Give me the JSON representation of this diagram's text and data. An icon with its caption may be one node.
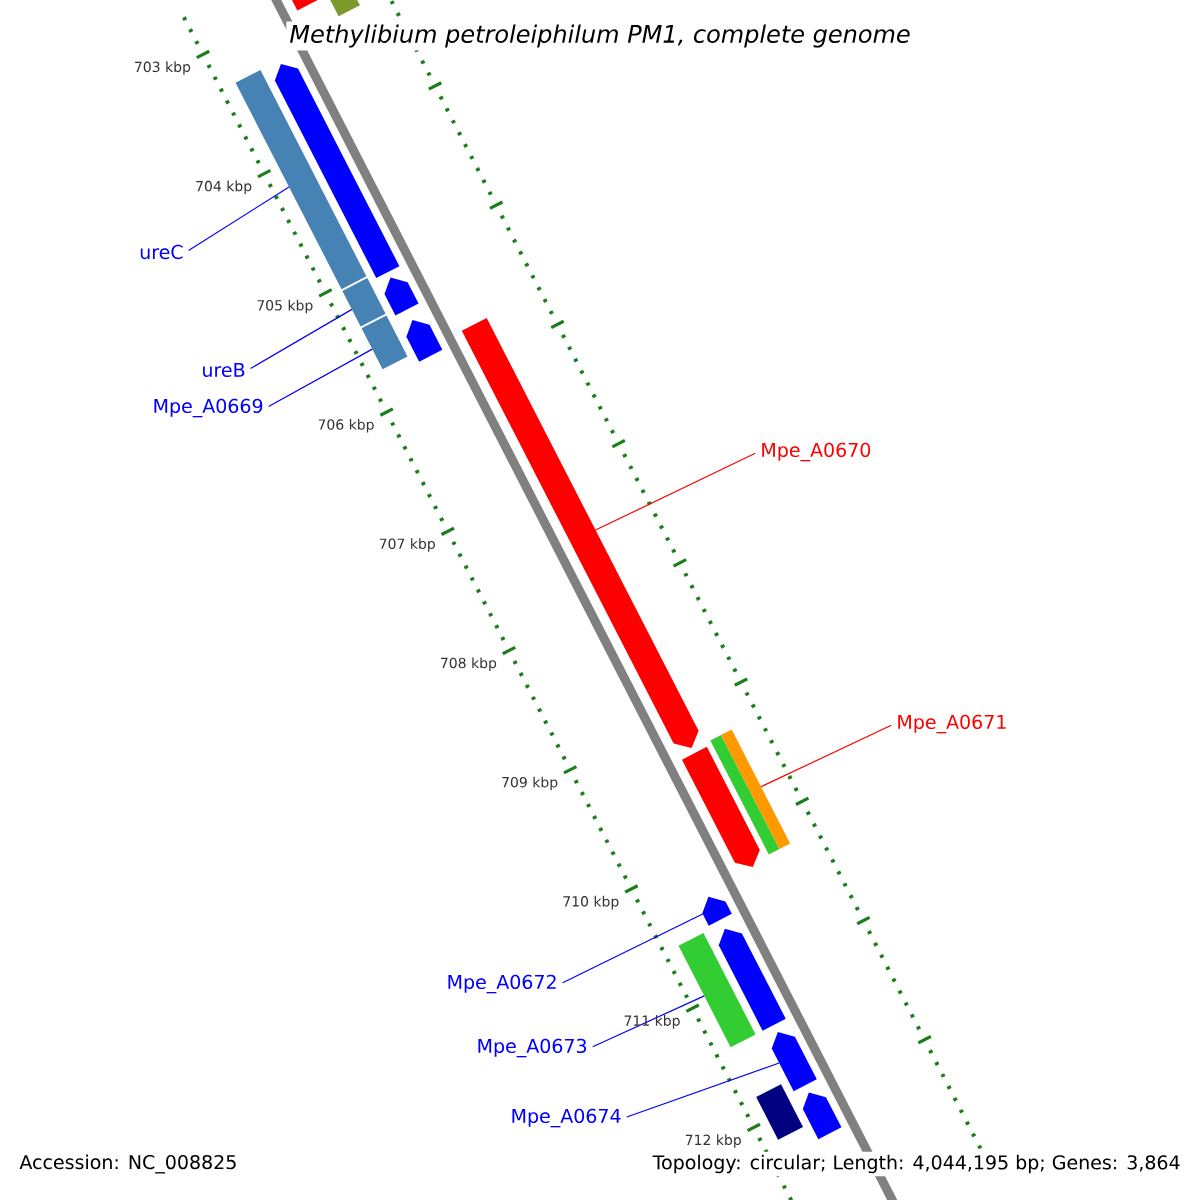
{
  "diagram": {
    "title": "Methylibium petroleiphilum PM1, complete genome",
    "nodes": [
      {
        "text": [
          "ureC"
        ]
      },
      {
        "text": [
          "ureB"
        ]
      },
      {
        "text": [
          "Mpe_A0669"
        ]
      },
      {
        "text": [
          "Mpe_A0670"
        ]
      },
      {
        "text": [
          "Mpe_A0671"
        ]
      },
      {
        "text": [
          "Mpe_A0672"
        ]
      },
      {
        "text": [
          "Mpe_A0673"
        ]
      },
      {
        "text": [
          "Mpe_A0674"
        ]
      },
      {
        "text": [],
        "shape": "bar"
      },
      {
        "text": [],
        "shape": "bar"
      },
      {
        "text": [],
        "shape": "bar"
      },
      {
        "text": [],
        "shape": "bar"
      },
      {
        "text": [],
        "shape": "bar"
      },
      {
        "text": [],
        "shape": "arrow"
      },
      {
        "text": [],
        "shape": "arrow"
      },
      {
        "text": [],
        "shape": "arrow"
      },
      {
        "text": [],
        "shape": "arrow"
      },
      {
        "text": [],
        "shape": "arrow"
      },
      {
        "text": [],
        "shape": "bar"
      },
      {
        "text": [],
        "shape": "bar"
      },
      {
        "text": [],
        "shape": "arrow"
      },
      {
        "text": [],
        "shape": "arrow"
      },
      {
        "text": [],
        "shape": "bar"
      },
      {
        "text": [],
        "shape": "arrow"
      },
      {
        "text": [],
        "shape": "bar"
      },
      {
        "text": [],
        "shape": "arrow"
      }
    ],
    "edges": [
      {
        "from": 0,
        "to": 10,
        "arrow": "none"
      },
      {
        "from": 1,
        "to": 11,
        "arrow": "none"
      },
      {
        "from": 2,
        "to": 12,
        "arrow": "none"
      },
      {
        "from": 3,
        "to": 16,
        "arrow": "none",
        "color": "#ff0000"
      },
      {
        "from": 4,
        "to": 19,
        "arrow": "none",
        "color": "#ff0000"
      },
      {
        "from": 5,
        "to": 20,
        "arrow": "none"
      },
      {
        "from": 6,
        "to": 22,
        "arrow": "none"
      },
      {
        "from": 7,
        "to": 23,
        "arrow": "none"
      }
    ],
    "labels": [
      "703 kbp",
      "704 kbp",
      "705 kbp",
      "706 kbp",
      "707 kbp",
      "708 kbp",
      "709 kbp",
      "710 kbp",
      "711 kbp",
      "712 kbp",
      "Accession: NC_008825",
      "Topology: circular; Length: 4,044,195 bp; Genes: 3,864"
    ]
  }
}
